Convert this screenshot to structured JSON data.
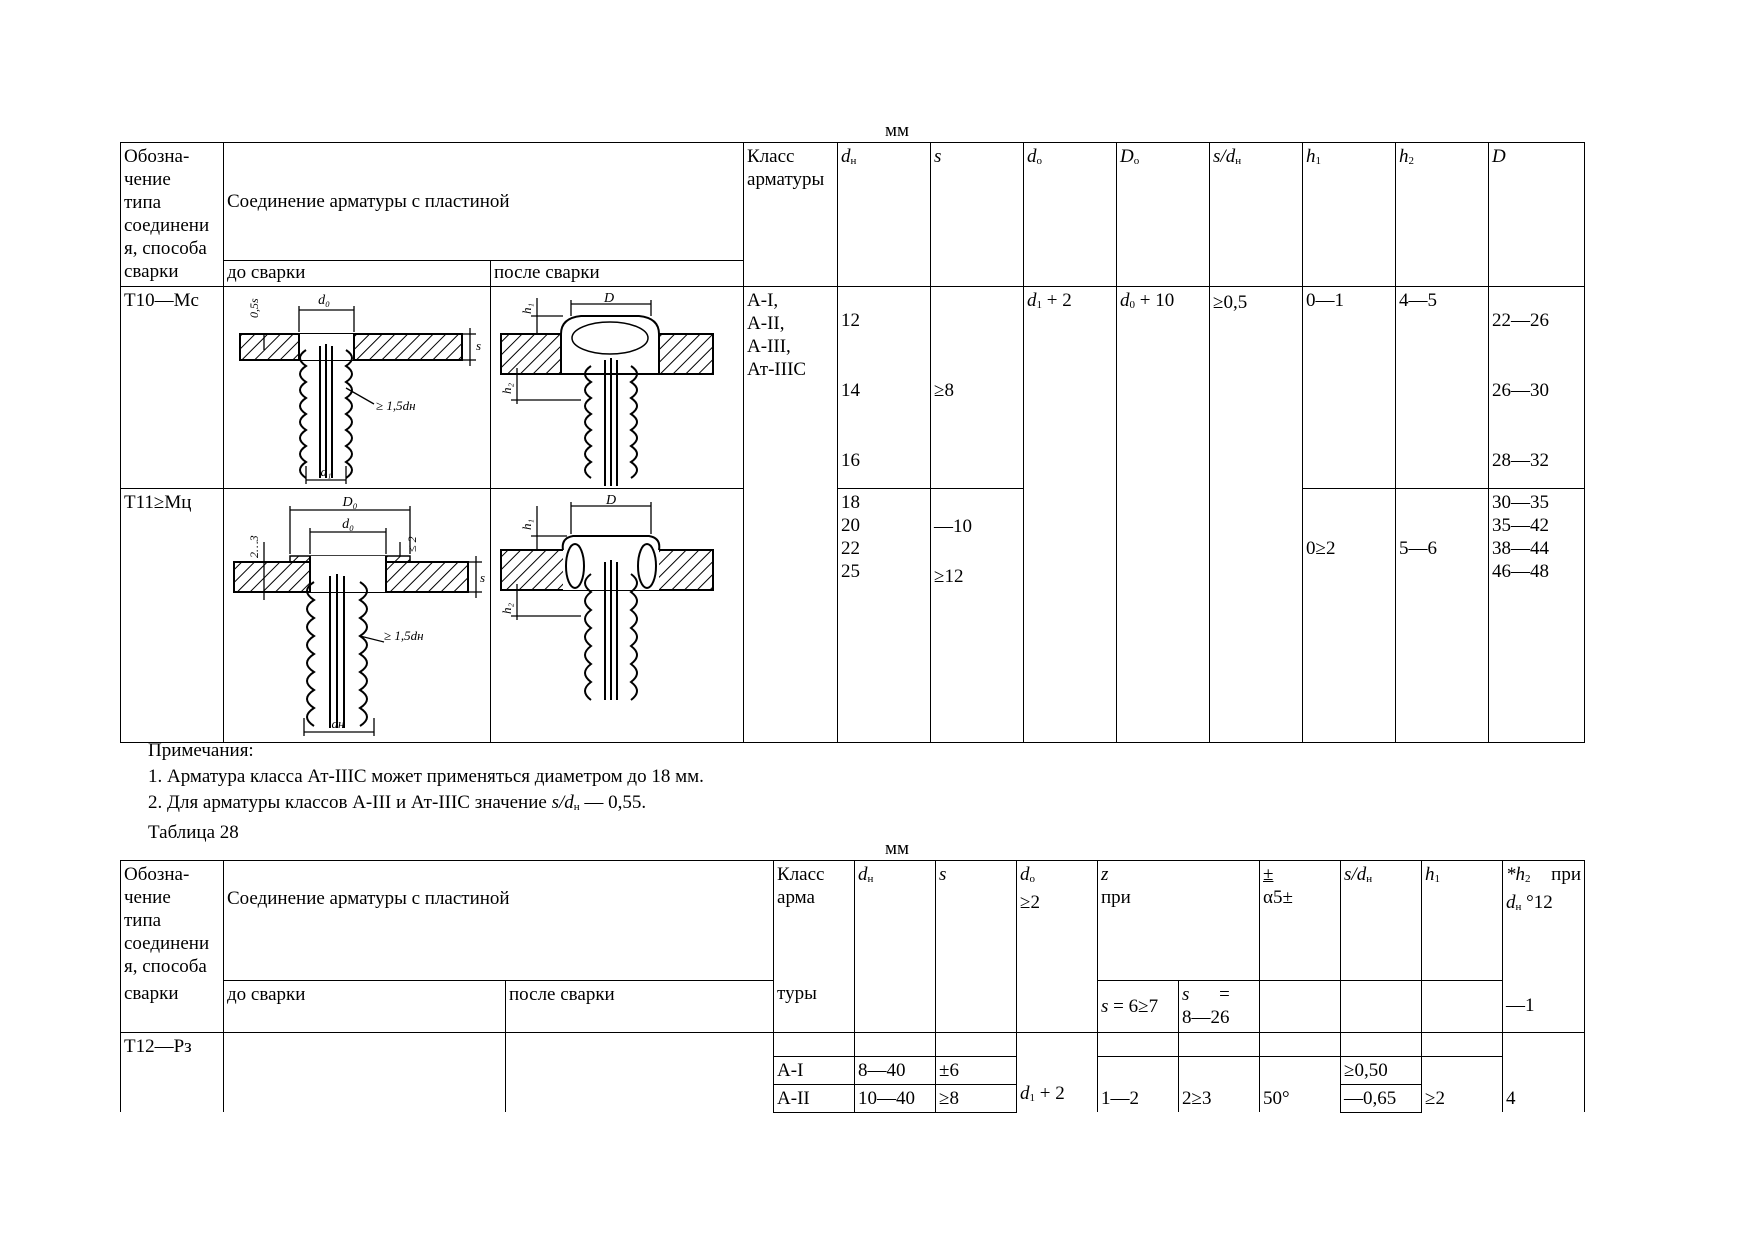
{
  "table1": {
    "unit": "мм",
    "header": {
      "designation": "Обозна-\nчение\nтипа\nсоединени\nя, способа\nсварки",
      "connection": "Соединение арматуры с пластиной",
      "before": "до сварки",
      "after": "после сварки",
      "class": "Класс\nарматуры",
      "dn": "d",
      "dn_sub": "н",
      "s": "s",
      "d0": "d",
      "d0_sub": "о",
      "D0": "D",
      "D0_sub": "о",
      "sdn": "s/d",
      "sdn_sub": "н",
      "h1": "h",
      "h1_sub": "1",
      "h2": "h",
      "h2_sub": "2",
      "D": "D"
    },
    "row1": {
      "type": "Т10—Мс",
      "class": "А-I,\nА-II,\nА-III,\nАт-IIIС",
      "dn": [
        "12",
        "14",
        "16"
      ],
      "s": "≥8",
      "d0": "+ 2",
      "d0_prefix": "d",
      "d0_sub": "1",
      "D0": "+ 10",
      "D0_prefix": "d",
      "D0_sub": "0",
      "sdn": "≥0,5",
      "h1": "0—1",
      "h2": "4—5",
      "D": [
        "22—26",
        "26—30",
        "28—32"
      ]
    },
    "row2": {
      "type": "Т11≥Мц",
      "dn": [
        "18",
        "20",
        "22",
        "25"
      ],
      "s1": "—10",
      "s2": "≥12",
      "h1": "0≥2",
      "h2": "5—6",
      "D": [
        "30—35",
        "35—42",
        "38—44",
        "46—48"
      ]
    },
    "fig_labels": {
      "d0": "d₀",
      "D0": "D₀",
      "d1": "d₁",
      "dn": "dн",
      "s": "s",
      "h1": "h₁",
      "h2": "h₂",
      "D": "D",
      "lap": "≥ 1,5dн",
      "t05s": "0,5s",
      "t23": "2…3",
      "le2": "≤ 2"
    }
  },
  "notes": {
    "title": "Примечания:",
    "n1": "1. Арматура класса Ат-IIIС может применяться диаметром до 18 мм.",
    "n2_a": "2. Для арматуры классов А-III и Ат-IIIС значение ",
    "n2_b": "s/d",
    "n2_sub": "н",
    "n2_c": " — 0,55.",
    "table_num": "Таблица 28"
  },
  "table2": {
    "unit": "мм",
    "header": {
      "designation_top": "Обозна-\nчение\nтипа\nсоединени\nя, способа",
      "designation_bottom": "сварки",
      "connection": "Соединение арматуры с пластиной",
      "before": "до сварки",
      "after": "после сварки",
      "class_top": "Класс\nарма",
      "class_bottom": "туры",
      "dn": "d",
      "dn_sub": "н",
      "s": "s",
      "d0": "d",
      "d0_sub": "о",
      "d0_extra": "≥2",
      "z": "z",
      "z_when": "при",
      "s_a": "= 6≥7",
      "s_b_top": "s      =",
      "s_b_bottom": "8—26",
      "alpha_top": "±",
      "alpha": "α5±",
      "sdn": "s/d",
      "sdn_sub": "н",
      "h1": "h",
      "h1_sub": "1",
      "h2_top_a": "*h",
      "h2_top_sub": "2",
      "h2_top_b": "при",
      "h2_top_c": "d",
      "h2_top_csub": "н",
      "h2_top_d": "°12",
      "h2_bottom": "—1"
    },
    "row1": {
      "type": "Т12—Рз",
      "class1": "А-I",
      "class2": "А-II",
      "dn1": "8—40",
      "dn2": "10—40",
      "s1": "±6",
      "s2": "≥8",
      "d0": "+ 2",
      "d0_prefix": "d",
      "d0_sub": "1",
      "z1": "1—2",
      "z2": "2≥3",
      "alpha": "50°",
      "sdn1": "≥0,50",
      "sdn2": "—0,65",
      "h1": "≥2",
      "h2": "4"
    }
  }
}
